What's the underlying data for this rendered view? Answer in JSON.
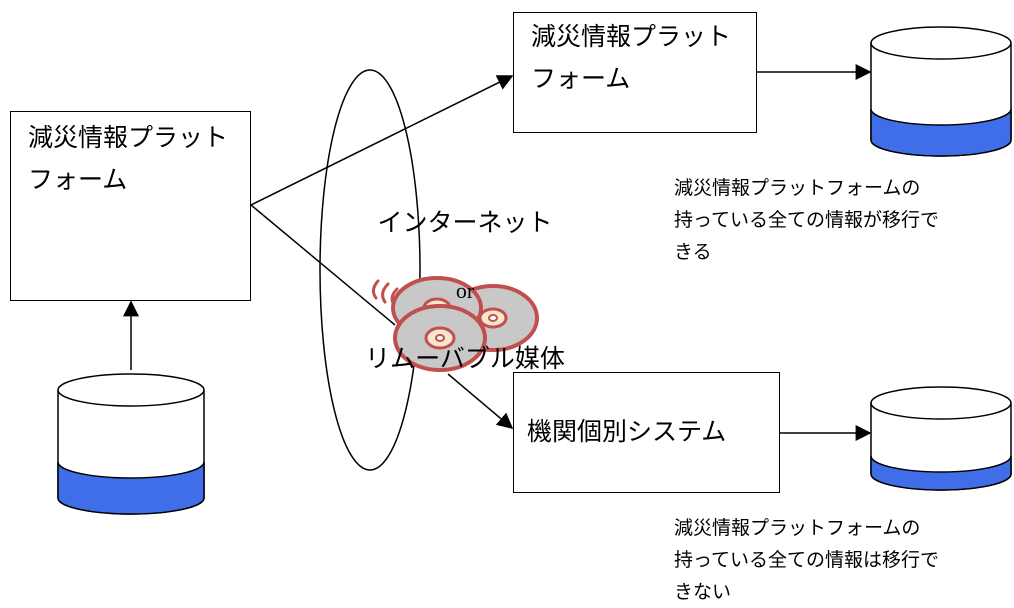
{
  "nodes": {
    "source_platform": {
      "label": "減災情報プラット\nフォーム"
    },
    "target_platform": {
      "label": "減災情報プラット\nフォーム"
    },
    "agency_system": {
      "label": "機関個別システム"
    }
  },
  "transfer": {
    "line1": "インターネット",
    "line2": "or",
    "line3": "リムーバブル媒体"
  },
  "notes": {
    "full_migration": "減災情報プラットフォームの\n持っている全ての情報が移行で\nきる",
    "partial_migration": "減災情報プラットフォームの\n持っている全ての情報は移行で\nきない"
  },
  "colors": {
    "db_fill": "#3f6ee8",
    "disc_rim": "#c0504d",
    "disc_face": "#c8c8c8",
    "disc_hub": "#f6e6cc"
  },
  "icons": {
    "database": "cylinder-database-icon",
    "media": "optical-disc-icon"
  }
}
